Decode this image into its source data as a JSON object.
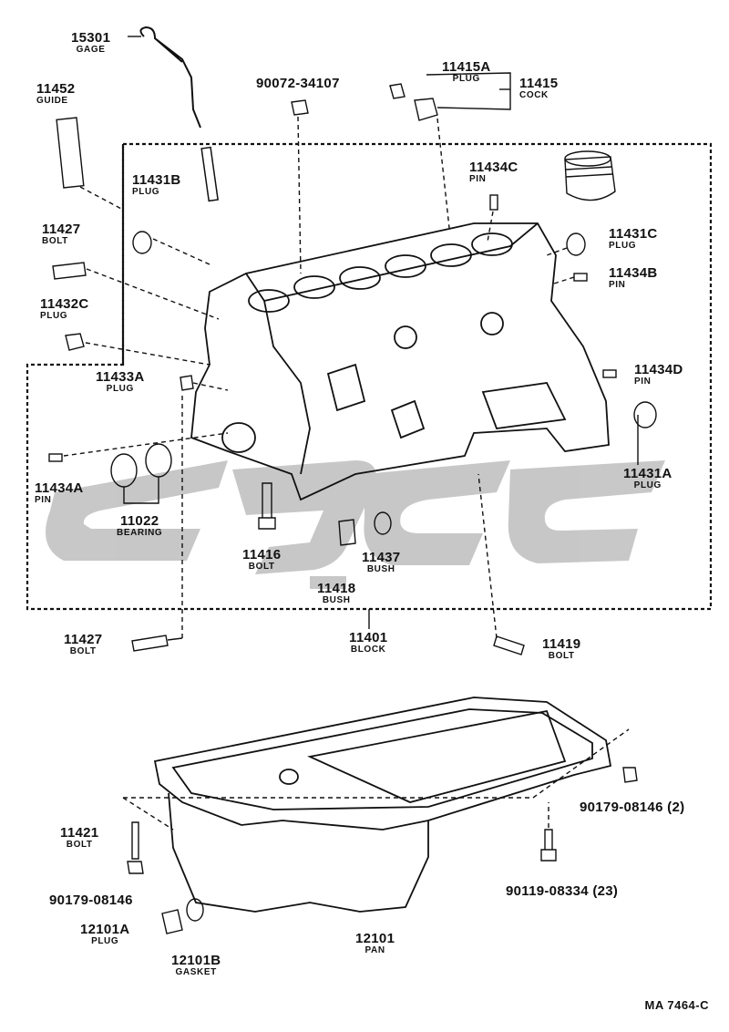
{
  "diagram": {
    "code": "MA 7464-C",
    "watermark_color": "#9a9a9a",
    "line_color": "#111111"
  },
  "parts": {
    "p15301": {
      "num": "15301",
      "name": "GAGE"
    },
    "p11452": {
      "num": "11452",
      "name": "GUIDE"
    },
    "p90072": {
      "num": "90072-34107"
    },
    "p11415A": {
      "num": "11415A",
      "name": "PLUG"
    },
    "p11415": {
      "num": "11415",
      "name": "COCK"
    },
    "p11431B": {
      "num": "11431B",
      "name": "PLUG"
    },
    "p11434C": {
      "num": "11434C",
      "name": "PIN"
    },
    "p11427a": {
      "num": "11427",
      "name": "BOLT"
    },
    "p11431C": {
      "num": "11431C",
      "name": "PLUG"
    },
    "p11432C": {
      "num": "11432C",
      "name": "PLUG"
    },
    "p11434B": {
      "num": "11434B",
      "name": "PIN"
    },
    "p11433A": {
      "num": "11433A",
      "name": "PLUG"
    },
    "p11434D": {
      "num": "11434D",
      "name": "PIN"
    },
    "p11434A": {
      "num": "11434A",
      "name": "PIN"
    },
    "p11431A": {
      "num": "11431A",
      "name": "PLUG"
    },
    "p11022": {
      "num": "11022",
      "name": "BEARING"
    },
    "p11416": {
      "num": "11416",
      "name": "BOLT"
    },
    "p11437": {
      "num": "11437",
      "name": "BUSH"
    },
    "p11418": {
      "num": "11418",
      "name": "BUSH"
    },
    "p11427b": {
      "num": "11427",
      "name": "BOLT"
    },
    "p11401": {
      "num": "11401",
      "name": "BLOCK"
    },
    "p11419": {
      "num": "11419",
      "name": "BOLT"
    },
    "p90179a": {
      "num": "90179-08146 (2)"
    },
    "p11421": {
      "num": "11421",
      "name": "BOLT"
    },
    "p90179b": {
      "num": "90179-08146"
    },
    "p90119": {
      "num": "90119-08334 (23)"
    },
    "p12101A": {
      "num": "12101A",
      "name": "PLUG"
    },
    "p12101": {
      "num": "12101",
      "name": "PAN"
    },
    "p12101B": {
      "num": "12101B",
      "name": "GASKET"
    }
  }
}
